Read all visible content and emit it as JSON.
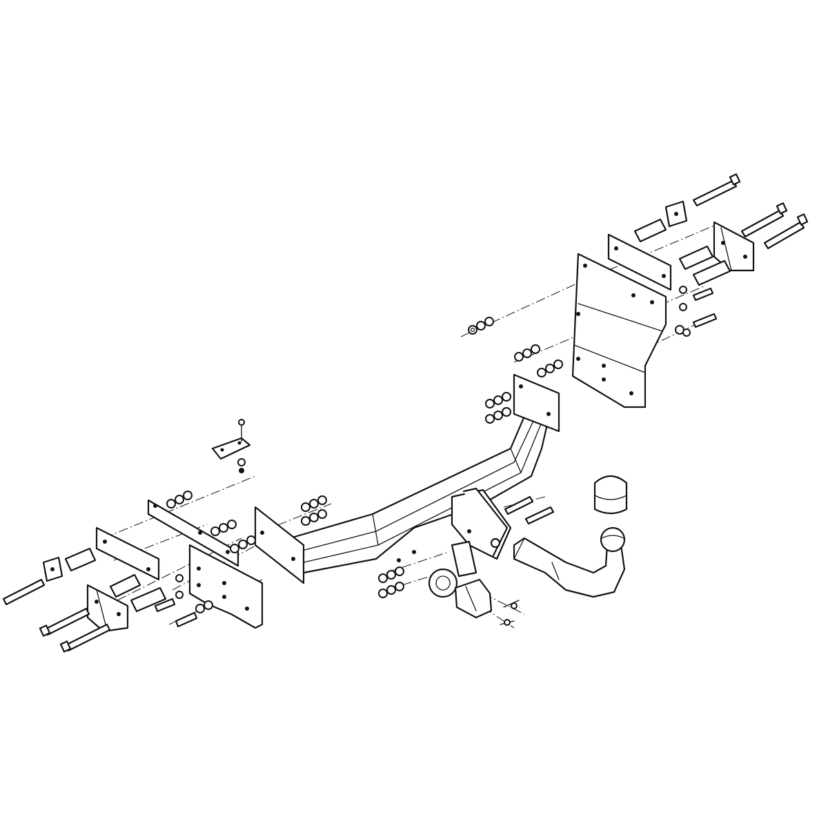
{
  "diagram": {
    "kind": "exploded-assembly",
    "parts": [
      {
        "id": "crossbar",
        "icon": "tow-bar-crossbar"
      },
      {
        "id": "right-bracket",
        "icon": "mounting-plate"
      },
      {
        "id": "left-brackets",
        "icon": "mounting-plate"
      },
      {
        "id": "tow-ball",
        "icon": "tow-ball-neck"
      },
      {
        "id": "ball-cap",
        "icon": "ball-cover-cap"
      },
      {
        "id": "electrical-socket",
        "icon": "trailer-socket"
      },
      {
        "id": "fasteners",
        "icon": "bolts-nuts-washers"
      }
    ],
    "line_color": "#111111",
    "background": "#ffffff"
  }
}
